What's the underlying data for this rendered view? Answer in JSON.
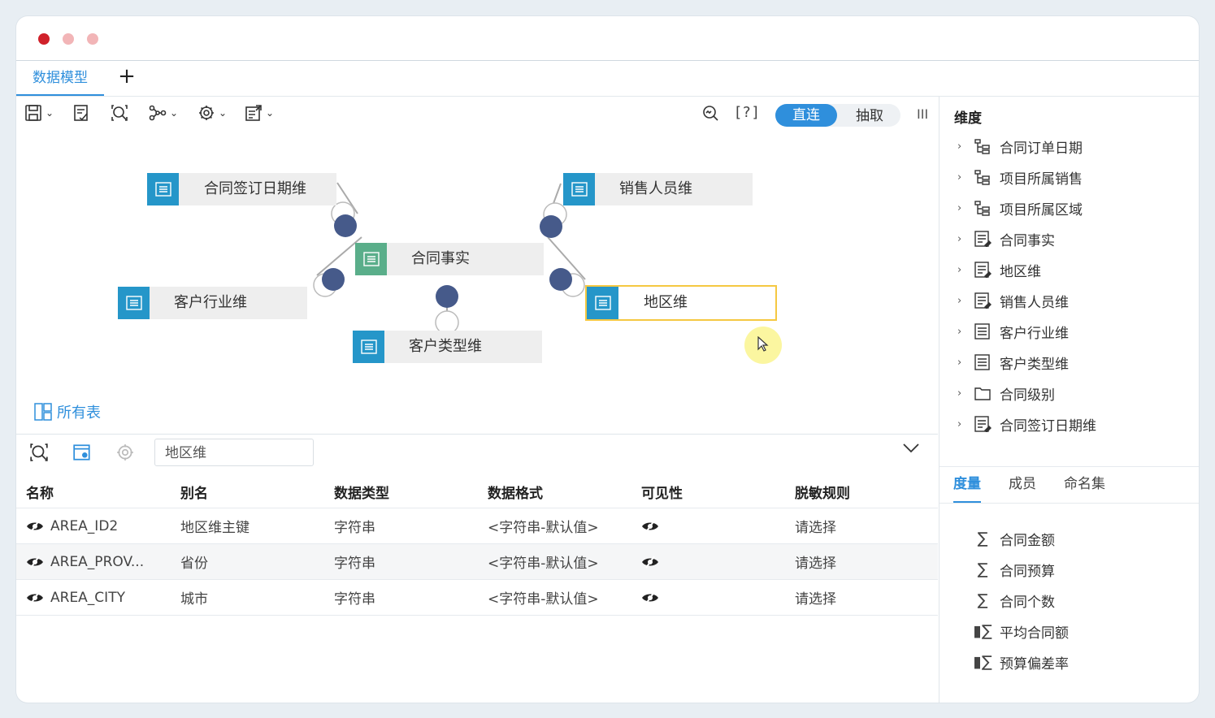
{
  "tabs": {
    "active": "数据模型",
    "add": "+"
  },
  "toolbar": {
    "help": "[?]",
    "mode_direct": "直连",
    "mode_extract": "抽取",
    "bars": "III"
  },
  "canvas": {
    "nodes": {
      "contract_date_dim": "合同签订日期维",
      "salesperson_dim": "销售人员维",
      "contract_fact": "合同事实",
      "customer_industry_dim": "客户行业维",
      "region_dim": "地区维",
      "customer_type_dim": "客户类型维"
    },
    "all_tables": "所有表"
  },
  "bottom": {
    "search_value": "地区维",
    "columns": [
      "名称",
      "别名",
      "数据类型",
      "数据格式",
      "可见性",
      "脱敏规则"
    ],
    "rows": [
      {
        "name": "AREA_ID2",
        "alias": "地区维主键",
        "type": "字符串",
        "format": "<字符串-默认值>",
        "rule": "请选择"
      },
      {
        "name": "AREA_PROV...",
        "alias": "省份",
        "type": "字符串",
        "format": "<字符串-默认值>",
        "rule": "请选择"
      },
      {
        "name": "AREA_CITY",
        "alias": "城市",
        "type": "字符串",
        "format": "<字符串-默认值>",
        "rule": "请选择"
      }
    ]
  },
  "sidebar": {
    "title": "维度",
    "dimensions": [
      {
        "label": "合同订单日期",
        "icon": "hierarchy-icon"
      },
      {
        "label": "项目所属销售",
        "icon": "hierarchy-icon"
      },
      {
        "label": "项目所属区域",
        "icon": "hierarchy-icon"
      },
      {
        "label": "合同事实",
        "icon": "table-edit-icon"
      },
      {
        "label": "地区维",
        "icon": "table-edit-icon"
      },
      {
        "label": "销售人员维",
        "icon": "table-edit-icon"
      },
      {
        "label": "客户行业维",
        "icon": "table-icon"
      },
      {
        "label": "客户类型维",
        "icon": "table-icon"
      },
      {
        "label": "合同级别",
        "icon": "folder-icon"
      },
      {
        "label": "合同签订日期维",
        "icon": "table-edit-icon"
      }
    ],
    "measure_tabs": [
      "度量",
      "成员",
      "命名集"
    ],
    "measures": [
      {
        "label": "合同金额",
        "icon": "sum-icon"
      },
      {
        "label": "合同预算",
        "icon": "sum-icon"
      },
      {
        "label": "合同个数",
        "icon": "sum-icon"
      },
      {
        "label": "平均合同额",
        "icon": "calc-sum-icon"
      },
      {
        "label": "预算偏差率",
        "icon": "calc-sum-icon"
      }
    ]
  },
  "colors": {
    "accent": "#2f8fdc",
    "dim_node": "#2596c9",
    "fact_node": "#5aae8a",
    "join_dot": "#465a8a",
    "selection": "#f5c842"
  }
}
